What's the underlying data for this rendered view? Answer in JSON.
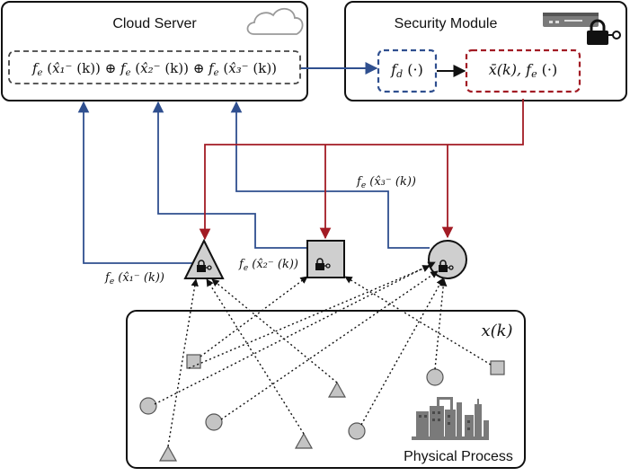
{
  "cloud": {
    "title": "Cloud Server",
    "aggregate_fn": "f",
    "aggregate_sub": "e",
    "terms": [
      "x̂₁⁻",
      "x̂₂⁻",
      "x̂₃⁻"
    ],
    "term_arg": "(k)",
    "op": "⊕"
  },
  "security": {
    "title": "Security Module",
    "decrypt_fn": "f",
    "decrypt_sub": "d",
    "decrypt_arg": "(·)",
    "output_state": "x̄(k),",
    "output_fn": "f",
    "output_sub": "e",
    "output_arg": "(·)"
  },
  "sensors": {
    "s1_label_fn": "f",
    "s1_label_sub": "e",
    "s1_label_arg": "(x̂₁⁻ (k))",
    "s2_label_fn": "f",
    "s2_label_sub": "e",
    "s2_label_arg": "(x̂₂⁻ (k))",
    "s3_label_fn": "f",
    "s3_label_sub": "e",
    "s3_label_arg": "(x̂₃⁻ (k))"
  },
  "process": {
    "title": "Physical Process",
    "state": "x(k)"
  },
  "colors": {
    "blue": "#2f4f8f",
    "red": "#a21b24",
    "gray_fill": "#cfcfcf",
    "dashed_gray": "#444444"
  }
}
